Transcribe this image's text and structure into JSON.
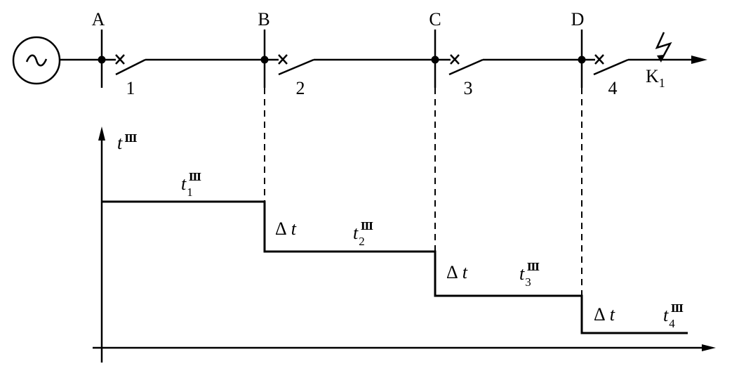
{
  "buses": [
    {
      "label": "A"
    },
    {
      "label": "B"
    },
    {
      "label": "C"
    },
    {
      "label": "D"
    }
  ],
  "breakers": [
    {
      "label": "1"
    },
    {
      "label": "2"
    },
    {
      "label": "3"
    },
    {
      "label": "4"
    }
  ],
  "fault": {
    "label": "K",
    "sub": "1"
  },
  "source_symbol": "~",
  "axis_label": {
    "base": "t",
    "sup": "Ⅲ"
  },
  "steps": [
    {
      "base": "t",
      "sub": "1",
      "sup": "Ⅲ"
    },
    {
      "base": "t",
      "sub": "2",
      "sup": "Ⅲ"
    },
    {
      "base": "t",
      "sub": "3",
      "sup": "Ⅲ"
    },
    {
      "base": "t",
      "sub": "4",
      "sup": "Ⅲ"
    }
  ],
  "delta_t": "Δt",
  "delta_labels": [
    "Δ",
    "Δ",
    "Δ"
  ],
  "delta_t_var": "t"
}
